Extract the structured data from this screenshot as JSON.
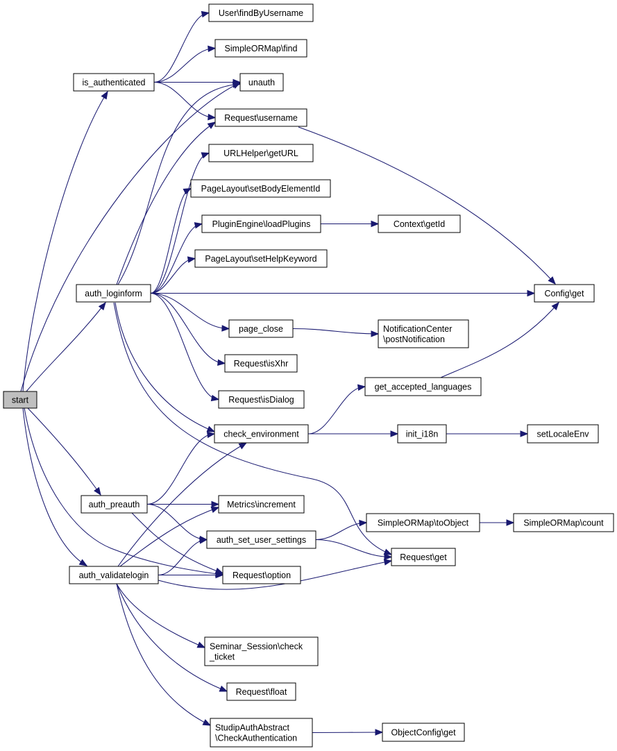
{
  "graph": {
    "nodes": {
      "start": [
        "start"
      ],
      "is_authenticated": [
        "is_authenticated"
      ],
      "auth_loginform": [
        "auth_loginform"
      ],
      "auth_preauth": [
        "auth_preauth"
      ],
      "auth_validatelogin": [
        "auth_validatelogin"
      ],
      "user_findbyusername": [
        "User\\findByUsername"
      ],
      "simpleormap_find": [
        "SimpleORMap\\find"
      ],
      "unauth": [
        "unauth"
      ],
      "request_username": [
        "Request\\username"
      ],
      "urlhelper_geturl": [
        "URLHelper\\getURL"
      ],
      "pagelayout_setbodyelementid": [
        "PageLayout\\setBodyElementId"
      ],
      "pluginengine_loadplugins": [
        "PluginEngine\\loadPlugins"
      ],
      "context_getid": [
        "Context\\getId"
      ],
      "pagelayout_sethelpkeyword": [
        "PageLayout\\setHelpKeyword"
      ],
      "config_get": [
        "Config\\get"
      ],
      "page_close": [
        "page_close"
      ],
      "notificationcenter_postnotification": [
        "NotificationCenter",
        "\\postNotification"
      ],
      "request_isxhr": [
        "Request\\isXhr"
      ],
      "get_accepted_languages": [
        "get_accepted_languages"
      ],
      "request_isdialog": [
        "Request\\isDialog"
      ],
      "check_environment": [
        "check_environment"
      ],
      "init_i18n": [
        "init_i18n"
      ],
      "setlocaleenv": [
        "setLocaleEnv"
      ],
      "metrics_increment": [
        "Metrics\\increment"
      ],
      "simpleormap_toobject": [
        "SimpleORMap\\toObject"
      ],
      "simpleormap_count": [
        "SimpleORMap\\count"
      ],
      "auth_set_user_settings": [
        "auth_set_user_settings"
      ],
      "request_get": [
        "Request\\get"
      ],
      "request_option": [
        "Request\\option"
      ],
      "seminar_session_check_ticket": [
        "Seminar_Session\\check",
        "_ticket"
      ],
      "request_float": [
        "Request\\float"
      ],
      "studipauthabstract_checkauthentication": [
        "StudipAuthAbstract",
        "\\CheckAuthentication"
      ],
      "objectconfig_get": [
        "ObjectConfig\\get"
      ]
    },
    "edges": [
      [
        "start",
        "is_authenticated"
      ],
      [
        "start",
        "auth_loginform"
      ],
      [
        "start",
        "auth_preauth"
      ],
      [
        "start",
        "auth_validatelogin"
      ],
      [
        "start",
        "unauth"
      ],
      [
        "start",
        "request_option"
      ],
      [
        "is_authenticated",
        "user_findbyusername"
      ],
      [
        "is_authenticated",
        "simpleormap_find"
      ],
      [
        "is_authenticated",
        "unauth"
      ],
      [
        "is_authenticated",
        "request_username"
      ],
      [
        "auth_loginform",
        "unauth"
      ],
      [
        "auth_loginform",
        "request_username"
      ],
      [
        "auth_loginform",
        "urlhelper_geturl"
      ],
      [
        "auth_loginform",
        "pagelayout_setbodyelementid"
      ],
      [
        "auth_loginform",
        "pluginengine_loadplugins"
      ],
      [
        "auth_loginform",
        "pagelayout_sethelpkeyword"
      ],
      [
        "auth_loginform",
        "config_get"
      ],
      [
        "auth_loginform",
        "page_close"
      ],
      [
        "auth_loginform",
        "request_isxhr"
      ],
      [
        "auth_loginform",
        "request_isdialog"
      ],
      [
        "auth_loginform",
        "check_environment"
      ],
      [
        "auth_loginform",
        "request_get"
      ],
      [
        "request_username",
        "config_get"
      ],
      [
        "pluginengine_loadplugins",
        "context_getid"
      ],
      [
        "page_close",
        "notificationcenter_postnotification"
      ],
      [
        "check_environment",
        "get_accepted_languages"
      ],
      [
        "check_environment",
        "init_i18n"
      ],
      [
        "get_accepted_languages",
        "config_get"
      ],
      [
        "init_i18n",
        "setlocaleenv"
      ],
      [
        "auth_preauth",
        "check_environment"
      ],
      [
        "auth_preauth",
        "metrics_increment"
      ],
      [
        "auth_preauth",
        "auth_set_user_settings"
      ],
      [
        "auth_preauth",
        "request_option"
      ],
      [
        "auth_set_user_settings",
        "simpleormap_toobject"
      ],
      [
        "auth_set_user_settings",
        "request_get"
      ],
      [
        "simpleormap_toobject",
        "simpleormap_count"
      ],
      [
        "auth_validatelogin",
        "check_environment"
      ],
      [
        "auth_validatelogin",
        "metrics_increment"
      ],
      [
        "auth_validatelogin",
        "auth_set_user_settings"
      ],
      [
        "auth_validatelogin",
        "request_option"
      ],
      [
        "auth_validatelogin",
        "request_get"
      ],
      [
        "auth_validatelogin",
        "seminar_session_check_ticket"
      ],
      [
        "auth_validatelogin",
        "request_float"
      ],
      [
        "auth_validatelogin",
        "studipauthabstract_checkauthentication"
      ],
      [
        "studipauthabstract_checkauthentication",
        "objectconfig_get"
      ]
    ]
  },
  "colors": {
    "edge": "#191970",
    "root_fill": "#bfbfbf",
    "node_fill": "#ffffff",
    "node_stroke": "#000000"
  }
}
